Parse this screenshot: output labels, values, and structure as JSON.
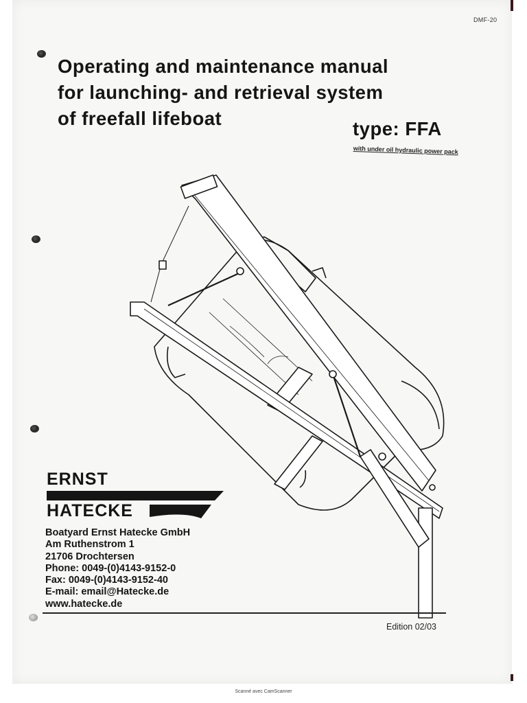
{
  "doc_id": "DMF-20",
  "title_lines": [
    "Operating and maintenance manual",
    "for launching- and retrieval system",
    "of freefall lifeboat"
  ],
  "type_label": "type: FFA",
  "subnote": "with under oil hydraulic power pack",
  "brand": {
    "line1": "ERNST",
    "line2": "HATECKE"
  },
  "address": {
    "company": "Boatyard Ernst Hatecke GmbH",
    "street": "Am Ruthenstrom 1",
    "city": "21706 Drochtersen",
    "phone": "Phone: 0049-(0)4143-9152-0",
    "fax": "Fax: 0049-(0)4143-9152-40",
    "email": "E-mail: email@Hatecke.de",
    "web": "www.hatecke.de"
  },
  "edition": "Edition 02/03",
  "scanner_note": "Scanné avec CamScanner",
  "colors": {
    "ink": "#151515",
    "paper": "#f7f7f5"
  }
}
